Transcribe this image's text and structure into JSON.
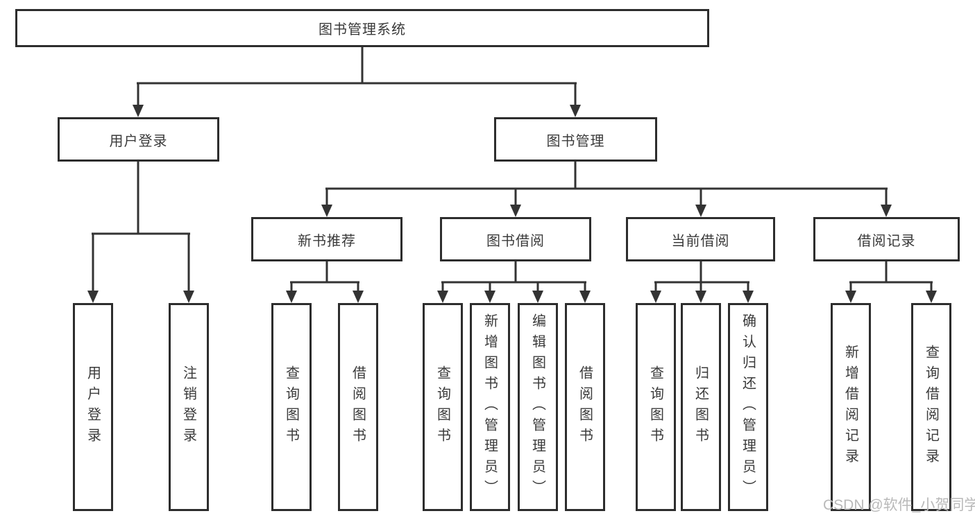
{
  "tree": {
    "root": {
      "label": "图书管理系统",
      "children": [
        {
          "label": "用户登录",
          "children": [
            {
              "label": "用户登录"
            },
            {
              "label": "注销登录"
            }
          ]
        },
        {
          "label": "图书管理",
          "children": [
            {
              "label": "新书推荐",
              "children": [
                {
                  "label": "查询图书"
                },
                {
                  "label": "借阅图书"
                }
              ]
            },
            {
              "label": "图书借阅",
              "children": [
                {
                  "label": "查询图书"
                },
                {
                  "label": "新增图书（管理员）"
                },
                {
                  "label": "编辑图书（管理员）"
                },
                {
                  "label": "借阅图书"
                }
              ]
            },
            {
              "label": "当前借阅",
              "children": [
                {
                  "label": "查询图书"
                },
                {
                  "label": "归还图书"
                },
                {
                  "label": "确认归还（管理员）"
                }
              ]
            },
            {
              "label": "借阅记录",
              "children": [
                {
                  "label": "新增借阅记录"
                },
                {
                  "label": "查询借阅记录"
                }
              ]
            }
          ]
        }
      ]
    }
  },
  "watermark": {
    "text": "CSDN @软件_小贺同学"
  },
  "colors": {
    "box_border": "#2d2d2d",
    "connector": "#333333",
    "text": "#3a3a3a",
    "watermark": "#b9b9b9",
    "background": "#ffffff"
  }
}
